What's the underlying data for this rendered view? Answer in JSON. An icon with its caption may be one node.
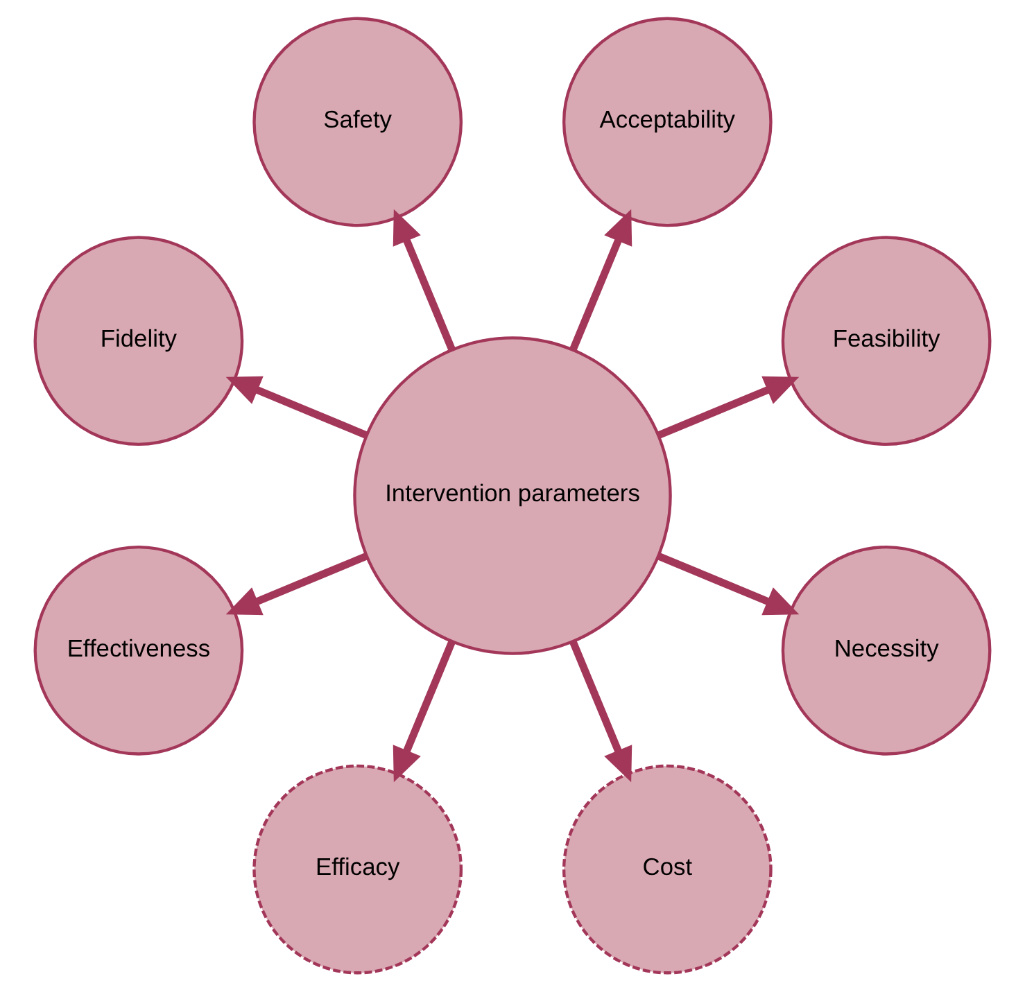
{
  "diagram": {
    "nodes": [
      {
        "text": [
          "Intervention parameters"
        ]
      },
      {
        "text": [
          "Feasibility"
        ]
      },
      {
        "text": [
          "Acceptability"
        ]
      },
      {
        "text": [
          "Safety"
        ]
      },
      {
        "text": [
          "Fidelity"
        ]
      },
      {
        "text": [
          "Effectiveness"
        ]
      },
      {
        "text": [
          "Efficacy"
        ]
      },
      {
        "text": [
          "Cost"
        ]
      },
      {
        "text": [
          "Necessity"
        ]
      }
    ],
    "edges": [
      {
        "from": 0,
        "to": 1,
        "arrow": "to"
      },
      {
        "from": 0,
        "to": 2,
        "arrow": "to"
      },
      {
        "from": 0,
        "to": 3,
        "arrow": "to"
      },
      {
        "from": 0,
        "to": 4,
        "arrow": "to"
      },
      {
        "from": 0,
        "to": 5,
        "arrow": "to"
      },
      {
        "from": 0,
        "to": 6,
        "arrow": "to"
      },
      {
        "from": 0,
        "to": 7,
        "arrow": "to"
      },
      {
        "from": 0,
        "to": 8,
        "arrow": "to"
      }
    ]
  }
}
